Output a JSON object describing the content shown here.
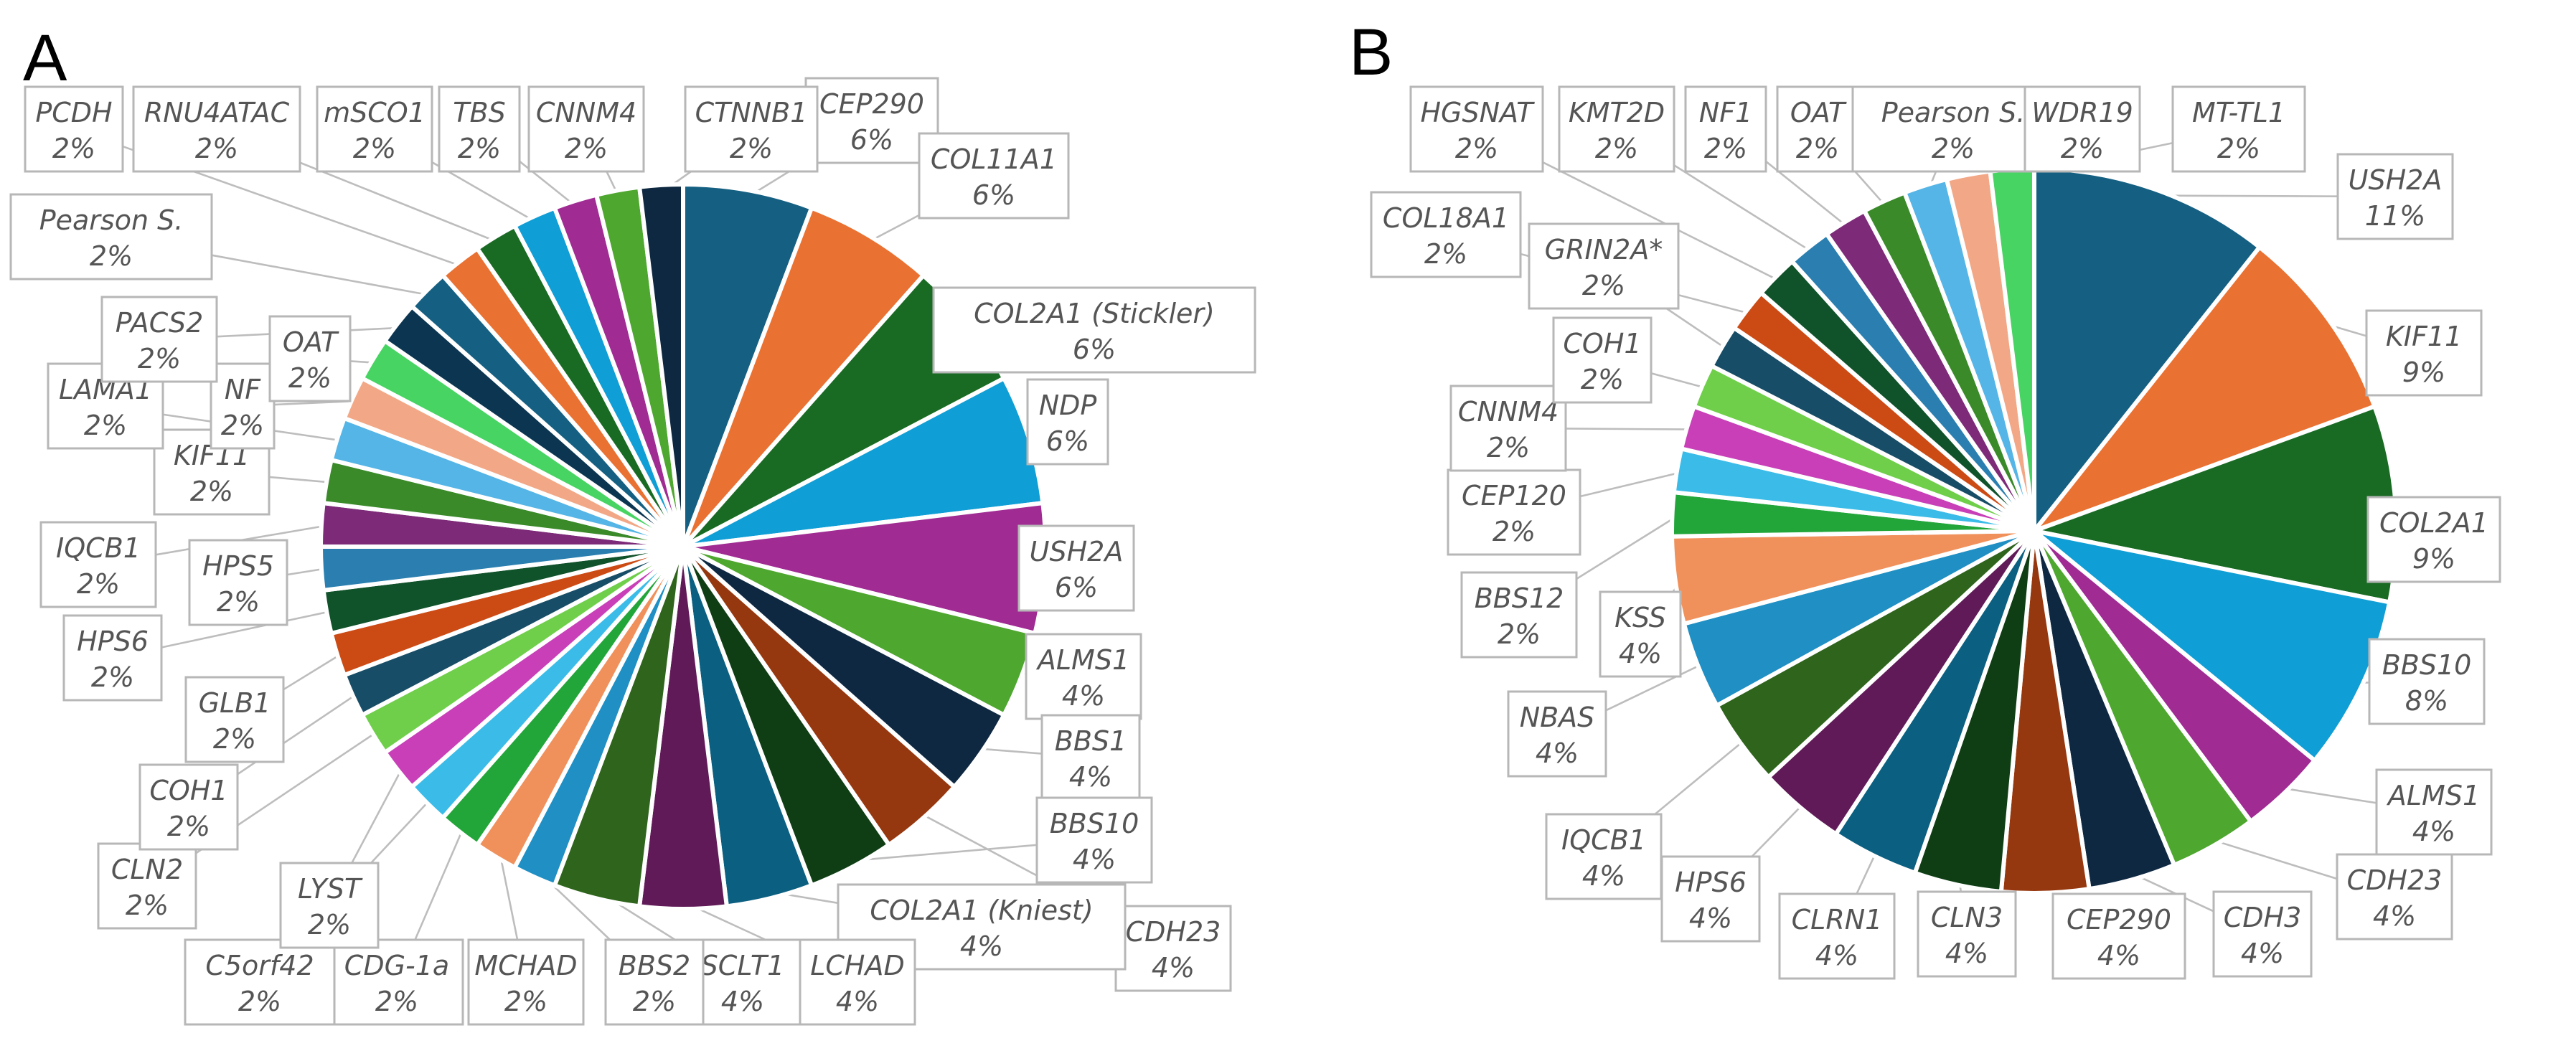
{
  "chart_data": [
    {
      "type": "pie",
      "panel": "A",
      "slices": [
        {
          "label": "CEP290",
          "value": 6
        },
        {
          "label": "COL11A1",
          "value": 6
        },
        {
          "label": "COL2A1 (Stickler)",
          "value": 6
        },
        {
          "label": "NDP",
          "value": 6
        },
        {
          "label": "USH2A",
          "value": 6
        },
        {
          "label": "ALMS1",
          "value": 4
        },
        {
          "label": "BBS1",
          "value": 4
        },
        {
          "label": "CDH23",
          "value": 4
        },
        {
          "label": "BBS10",
          "value": 4
        },
        {
          "label": "COL2A1 (Kniest)",
          "value": 4
        },
        {
          "label": "LCHAD",
          "value": 4
        },
        {
          "label": "SCLT1",
          "value": 4
        },
        {
          "label": "BBS2",
          "value": 2
        },
        {
          "label": "MCHAD",
          "value": 2
        },
        {
          "label": "CDG-1a",
          "value": 2
        },
        {
          "label": "C5orf42",
          "value": 2
        },
        {
          "label": "LYST",
          "value": 2
        },
        {
          "label": "CLN2",
          "value": 2
        },
        {
          "label": "COH1",
          "value": 2
        },
        {
          "label": "GLB1",
          "value": 2
        },
        {
          "label": "HPS6",
          "value": 2
        },
        {
          "label": "HPS5",
          "value": 2
        },
        {
          "label": "IQCB1",
          "value": 2
        },
        {
          "label": "KIF11",
          "value": 2
        },
        {
          "label": "LAMA1",
          "value": 2
        },
        {
          "label": "NF",
          "value": 2
        },
        {
          "label": "OAT",
          "value": 2
        },
        {
          "label": "PACS2",
          "value": 2
        },
        {
          "label": "Pearson S.",
          "value": 2
        },
        {
          "label": "PCDH",
          "value": 2
        },
        {
          "label": "RNU4ATAC",
          "value": 2
        },
        {
          "label": "mSCO1",
          "value": 2
        },
        {
          "label": "TBS",
          "value": 2
        },
        {
          "label": "CNNM4",
          "value": 2
        },
        {
          "label": "CTNNB1",
          "value": 2
        }
      ]
    },
    {
      "type": "pie",
      "panel": "B",
      "slices": [
        {
          "label": "USH2A",
          "value": 11
        },
        {
          "label": "KIF11",
          "value": 9
        },
        {
          "label": "COL2A1",
          "value": 9
        },
        {
          "label": "BBS10",
          "value": 8
        },
        {
          "label": "ALMS1",
          "value": 4
        },
        {
          "label": "CDH23",
          "value": 4
        },
        {
          "label": "CDH3",
          "value": 4
        },
        {
          "label": "CEP290",
          "value": 4
        },
        {
          "label": "CLN3",
          "value": 4
        },
        {
          "label": "CLRN1",
          "value": 4
        },
        {
          "label": "HPS6",
          "value": 4
        },
        {
          "label": "IQCB1",
          "value": 4
        },
        {
          "label": "NBAS",
          "value": 4
        },
        {
          "label": "KSS",
          "value": 4
        },
        {
          "label": "BBS12",
          "value": 2
        },
        {
          "label": "CEP120",
          "value": 2
        },
        {
          "label": "CNNM4",
          "value": 2
        },
        {
          "label": "COH1",
          "value": 2
        },
        {
          "label": "GRIN2A*",
          "value": 2
        },
        {
          "label": "COL18A1",
          "value": 2
        },
        {
          "label": "HGSNAT",
          "value": 2
        },
        {
          "label": "KMT2D",
          "value": 2
        },
        {
          "label": "NF1",
          "value": 2
        },
        {
          "label": "OAT",
          "value": 2
        },
        {
          "label": "Pearson S.",
          "value": 2
        },
        {
          "label": "WDR19",
          "value": 2
        },
        {
          "label": "MT-TL1",
          "value": 2
        }
      ]
    }
  ],
  "colors": [
    "#156082",
    "#e97132",
    "#196b24",
    "#0f9ed5",
    "#a02b93",
    "#4ea72e",
    "#0e2841",
    "#96380f",
    "#0f3e15",
    "#0b5f80",
    "#611a58",
    "#2e641b",
    "#1f8fc4",
    "#f0915c",
    "#22a63a",
    "#3bbce8",
    "#c83fb8",
    "#6fcf4a",
    "#174d66",
    "#cc4b15",
    "#10522a",
    "#2a7fb0",
    "#7d2a79",
    "#3a8a2a",
    "#55b5e6",
    "#f2a886",
    "#47d463",
    "#0b3550"
  ],
  "pct_suffix": "%"
}
